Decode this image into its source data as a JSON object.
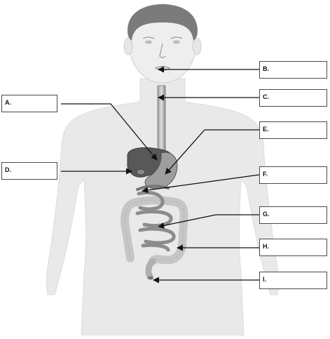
{
  "labels": {
    "A": "A.",
    "B": "B.",
    "C": "C.",
    "D": "D.",
    "E": "E.",
    "F": "F.",
    "G": "G.",
    "H": "H.",
    "I": "I."
  },
  "colors": {
    "body_silhouette": "#e8e8e8",
    "hair": "#7a7a7a",
    "organ_dark": "#555555",
    "intestine_light": "#c9c9c9",
    "arrow": "#111111"
  }
}
